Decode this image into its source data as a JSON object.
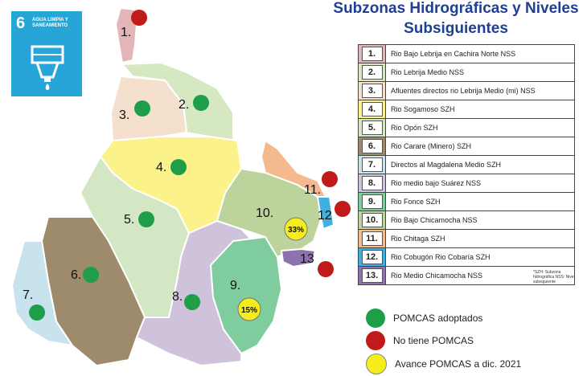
{
  "sdg": {
    "number": "6",
    "text": "AGUA LIMPIA Y SANEAMIENTO"
  },
  "title": {
    "line1": "Subzonas Hidrográficas y Niveles",
    "line2": "Subsiguientes"
  },
  "legend": [
    {
      "num": "1.",
      "name": "Rio Bajo Lebrija en Cachira Norte NSS",
      "color": "#e3b5b6"
    },
    {
      "num": "2.",
      "name": "Rio Lebrija Medio NSS",
      "color": "#d5e8c1"
    },
    {
      "num": "3.",
      "name": "Afluentes directos rio Lebrija Medio (mi) NSS",
      "color": "#f5e0cd"
    },
    {
      "num": "4.",
      "name": "Rio Sogamoso SZH",
      "color": "#fbf38a"
    },
    {
      "num": "5.",
      "name": "Rio Opón SZH",
      "color": "#d3e7c4"
    },
    {
      "num": "6.",
      "name": "Rio Carare (Minero) SZH",
      "color": "#9e8b6b"
    },
    {
      "num": "7.",
      "name": "Directos al Magdalena Medio SZH",
      "color": "#c8e3ee"
    },
    {
      "num": "8.",
      "name": "Rio medio bajo Suárez NSS",
      "color": "#cfc3dc"
    },
    {
      "num": "9.",
      "name": "Rio Fonce SZH",
      "color": "#7fcd9e"
    },
    {
      "num": "10.",
      "name": "Rio Bajo Chicamocha NSS",
      "color": "#bcd49c"
    },
    {
      "num": "11.",
      "name": "Rio Chitaga SZH",
      "color": "#f4b98c"
    },
    {
      "num": "12.",
      "name": "Rio Cobugón Rio Cobaría SZH",
      "color": "#3fb0e2"
    },
    {
      "num": "13.",
      "name": "Rio Medio Chicamocha NSS",
      "color": "#8e72ad"
    }
  ],
  "note": "*SZH: Subzona hidrográfica NSS: Nivel subsiguiente",
  "markers": [
    {
      "label": "POMCAS adoptados",
      "color": "#1e9e48"
    },
    {
      "label": "No tiene POMCAS",
      "color": "#c01a1a"
    },
    {
      "label": "Avance POMCAS a dic. 2021",
      "color": "#f5ed1c"
    }
  ],
  "map_labels": {
    "z1": "1.",
    "z2": "2.",
    "z3": "3.",
    "z4": "4.",
    "z5": "5.",
    "z6": "6.",
    "z7": "7.",
    "z8": "8.",
    "z9": "9.",
    "z10": "10.",
    "z11": "11.",
    "z12": "12",
    "z13": "13"
  },
  "progress": {
    "z10": "33%",
    "z9": "15%"
  }
}
